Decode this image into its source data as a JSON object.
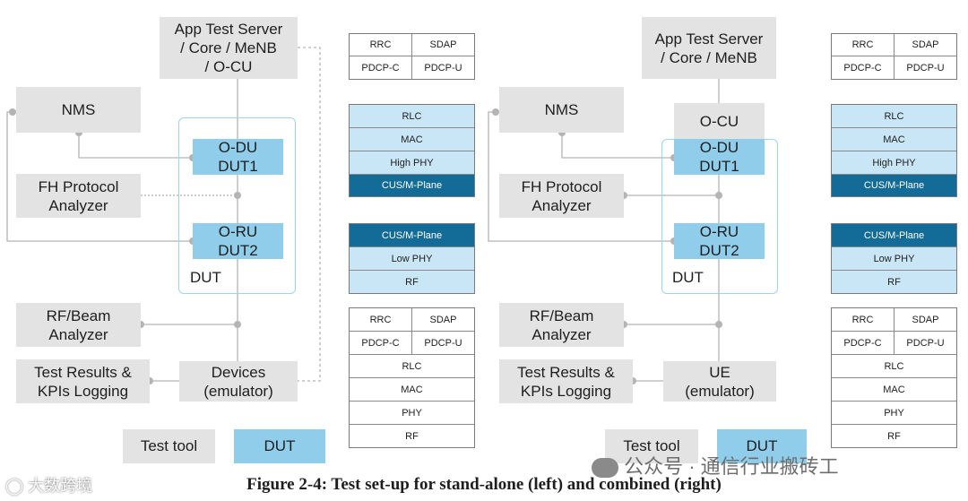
{
  "left": {
    "server": [
      "App Test Server",
      "/ Core / MeNB",
      "/ O-CU"
    ],
    "nms": "NMS",
    "odu": [
      "O-DU",
      "DUT1"
    ],
    "fh": [
      "FH Protocol",
      "Analyzer"
    ],
    "oru": [
      "O-RU",
      "DUT2"
    ],
    "dut_label": "DUT",
    "rf": [
      "RF/Beam",
      "Analyzer"
    ],
    "results": [
      "Test Results &",
      "KPIs Logging"
    ],
    "devices": [
      "Devices",
      "(emulator)"
    ]
  },
  "right": {
    "server": [
      "App Test Server",
      "/ Core / MeNB"
    ],
    "nms": "NMS",
    "ocu": "O-CU",
    "odu": [
      "O-DU",
      "DUT1"
    ],
    "fh": [
      "FH Protocol",
      "Analyzer"
    ],
    "oru": [
      "O-RU",
      "DUT2"
    ],
    "dut_label": "DUT",
    "rf": [
      "RF/Beam",
      "Analyzer"
    ],
    "results": [
      "Test Results &",
      "KPIs Logging"
    ],
    "ue": [
      "UE",
      "(emulator)"
    ]
  },
  "stacks": {
    "top": [
      [
        "RRC",
        "SDAP"
      ],
      [
        "PDCP-C",
        "PDCP-U"
      ]
    ],
    "du": [
      "RLC",
      "MAC",
      "High PHY",
      "CUS/M-Plane"
    ],
    "ru": [
      "CUS/M-Plane",
      "Low PHY",
      "RF"
    ],
    "ue": [
      [
        "RRC",
        "SDAP"
      ],
      [
        "PDCP-C",
        "PDCP-U"
      ],
      [
        "RLC"
      ],
      [
        "MAC"
      ],
      [
        "PHY"
      ],
      [
        "RF"
      ]
    ]
  },
  "legend": {
    "test_tool": "Test tool",
    "dut": "DUT"
  },
  "caption": "Figure 2-4: Test set-up for stand-alone (left) and combined (right)",
  "watermark": {
    "left": "大数跨境",
    "right": "公众号 · 通信行业搬砖工"
  },
  "colors": {
    "gray": "#e3e3e3",
    "dut_blue": "#8fcdea",
    "layer_light": "#c9e6f6",
    "layer_dark": "#136c98",
    "outline": "#9fd3ee"
  }
}
